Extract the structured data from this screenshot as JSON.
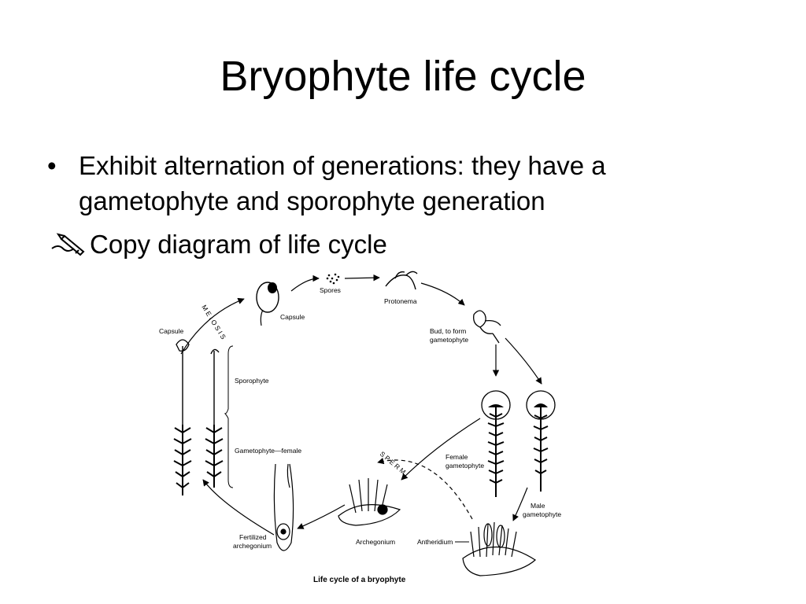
{
  "slide": {
    "title": "Bryophyte life cycle",
    "bullets": [
      {
        "marker": "•",
        "text": "Exhibit alternation of generations: they have a gametophyte and sporophyte generation"
      }
    ],
    "instruction": {
      "icon": "pencil-writing-icon",
      "text": "Copy diagram of life cycle"
    }
  },
  "diagram": {
    "labels": {
      "spores": "Spores",
      "protonema": "Protonema",
      "bud": "Bud, to form",
      "bud2": "gametophyte",
      "capsule_top": "Capsule",
      "capsule_left": "Capsule",
      "sporophyte": "Sporophyte",
      "gametophyte_female": "Gametophyte—female",
      "female_gametophyte": "Female",
      "female_gametophyte2": "gametophyte",
      "male_gametophyte": "Male",
      "male_gametophyte2": "gametophyte",
      "archegonium": "Archegonium",
      "antheridium": "Antheridium",
      "fertilized": "Fertilized",
      "fertilized2": "archegonium",
      "meiosis": "M E I O S I S",
      "sperm": "S P E R M"
    },
    "caption": "Life cycle of a bryophyte"
  }
}
